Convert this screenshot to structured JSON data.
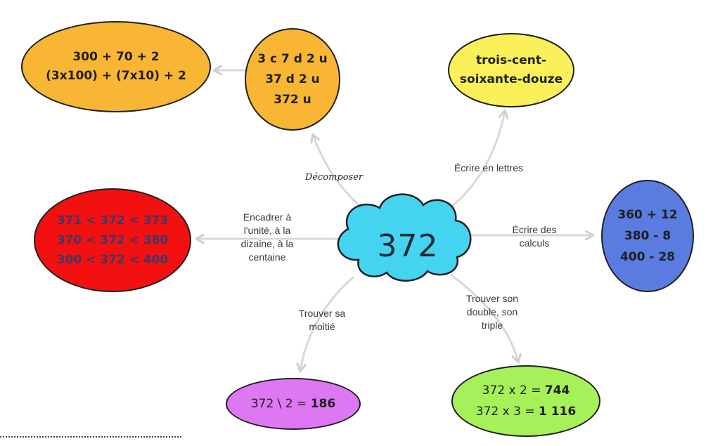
{
  "center": {
    "label": "372",
    "color": "#45d4f0"
  },
  "branches": {
    "decomposer": {
      "label": "Décomposer",
      "units": {
        "lines": [
          "3 c 7 d 2 u",
          "37 d 2 u",
          "372 u"
        ],
        "color": "#f8b634"
      },
      "expanded": {
        "lines": [
          "300 + 70 + 2",
          "(3x100) + (7x10) + 2"
        ],
        "color": "#f8b634"
      }
    },
    "lettres": {
      "label": "Écrire en lettres",
      "node": {
        "lines": [
          "trois-cent-",
          "soixante-douze"
        ],
        "color": "#faf05a"
      }
    },
    "encadrer": {
      "label": [
        "Encadrer à",
        "l'unité, à la",
        "dizaine, à la",
        "centaine"
      ],
      "node": {
        "lines": [
          "371 < 372 < 373",
          "370 < 372 < 380",
          "300 < 372 < 400"
        ],
        "color": "#f21010",
        "text_color": "#3a3a6a"
      }
    },
    "calculs": {
      "label": [
        "Écrire des",
        "calculs"
      ],
      "node": {
        "lines": [
          "360 + 12",
          "380 - 8",
          "400 - 28"
        ],
        "color": "#5a7ce0"
      }
    },
    "moitie": {
      "label": [
        "Trouver sa",
        "moitié"
      ],
      "node": {
        "prefix": "372 \\ 2 = ",
        "result": "186",
        "color": "#dd77f2"
      }
    },
    "double": {
      "label": [
        "Trouver son",
        "double, son",
        "triple"
      ],
      "node": {
        "rows": [
          {
            "prefix": "372 x 2 = ",
            "result": "744"
          },
          {
            "prefix": "372 x 3 = ",
            "result": "1 116"
          }
        ],
        "color": "#a6f05a"
      }
    }
  }
}
